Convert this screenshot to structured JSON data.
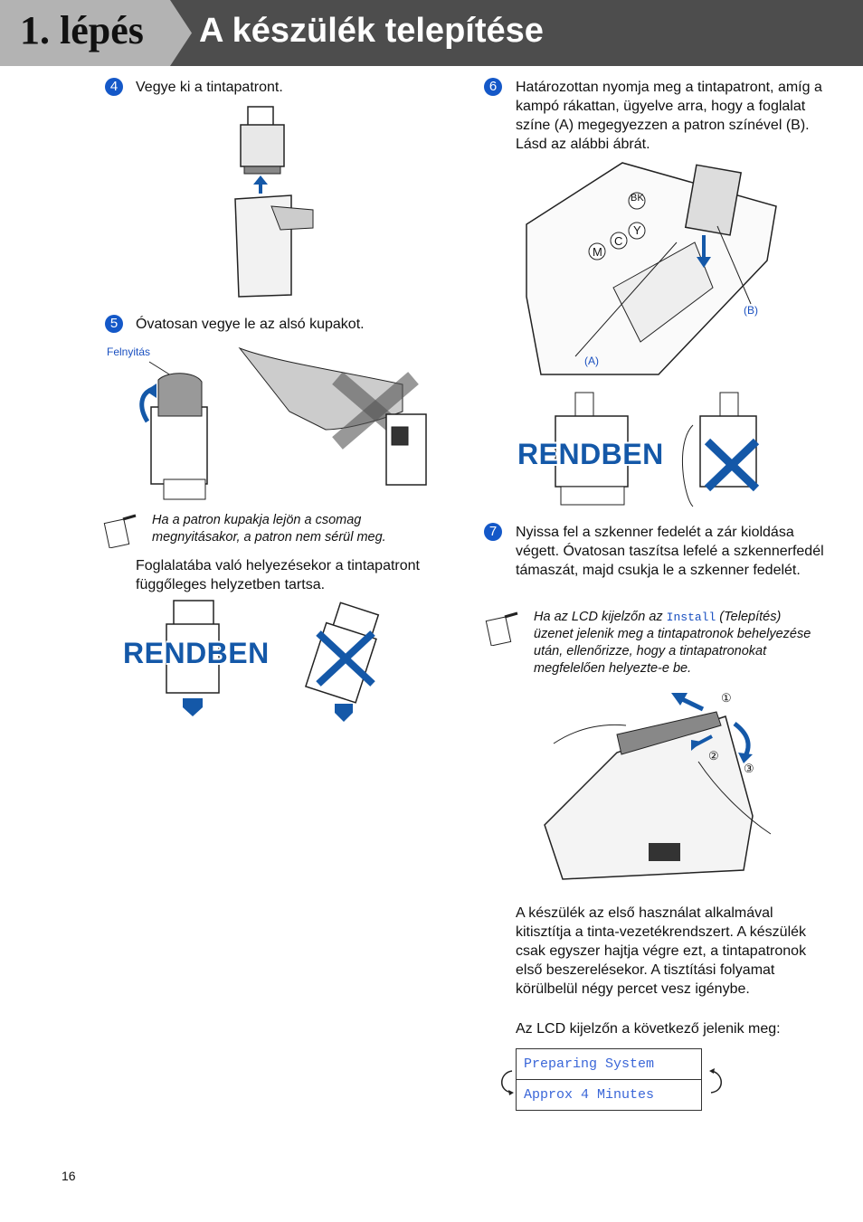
{
  "header": {
    "step": "1. lépés",
    "title": "A készülék telepítése"
  },
  "steps": [
    {
      "num": "4",
      "text": "Vegye ki a tintapatront."
    },
    {
      "num": "5",
      "text": "Óvatosan vegye le az alsó kupakot."
    },
    {
      "num": "6",
      "text": "Határozottan nyomja meg a tintapatront, amíg a kampó rákattan, ügyelve arra, hogy a foglalat színe (A) megegyezzen a patron színével (B). Lásd az alábbi ábrát."
    },
    {
      "num": "7",
      "text": "Nyissa fel a szkenner fedelét a zár kioldása végett. Óvatosan taszítsa lefelé a szkennerfedél támaszát, majd csukja le a szkenner fedelét."
    }
  ],
  "labels": {
    "felnyitas": "Felnyitás",
    "a": "(A)",
    "b": "(B)",
    "bk": "BK",
    "y": "Y",
    "c": "C",
    "m": "M",
    "c1": "①",
    "c2": "②",
    "c3": "③"
  },
  "rendben": "RENDBEN",
  "notes": {
    "cap_note": "Ha a patron kupakja lejön a csomag megnyitásakor, a patron nem sérül meg.",
    "lcd_note_pre": "Ha az LCD kijelzőn az ",
    "lcd_note_code": "Install",
    "lcd_note_post": " (Telepítés) üzenet jelenik meg a tintapatronok behelyezése után, ellenőrizze, hogy a tintapatronokat megfelelően helyezte-e be."
  },
  "para_vertical": "Foglalatába való helyezésekor a tintapatront függőleges helyzetben tartsa.",
  "para_clean": "A készülék az első használat alkalmával kitisztítja a tinta-vezetékrendszert. A készülék csak egyszer hajtja végre ezt, a tintapatronok első beszerelésekor. A tisztítási folyamat körülbelül négy percet vesz igénybe.",
  "para_lcd": "Az LCD kijelzőn a következő jelenik meg:",
  "lcd": {
    "line1": "Preparing System",
    "line2": "Approx 4 Minutes"
  },
  "page_number": "16"
}
